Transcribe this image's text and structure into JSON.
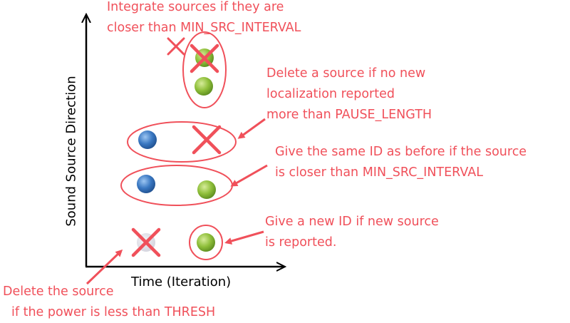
{
  "axes": {
    "x_label": "Time (Iteration)",
    "y_label": "Sound Source Direction"
  },
  "annotations": {
    "integrate": [
      "Integrate sources if they are",
      "closer than MIN_SRC_INTERVAL"
    ],
    "delete_pause": [
      "Delete a source if no new",
      "localization reported",
      "more than PAUSE_LENGTH"
    ],
    "same_id": [
      "Give the same ID as before if the source",
      "is closer than MIN_SRC_INTERVAL"
    ],
    "new_id": [
      "Give a new ID if new source",
      "is reported."
    ],
    "delete_power": [
      "Delete the source",
      "if the power is less than THRESH"
    ]
  },
  "colors": {
    "annotation": "#f0505a",
    "axis": "#000000",
    "green_source": "#8fbf3a",
    "blue_source": "#3a78c2",
    "faded_source": "#dcdce6",
    "cross": "#f0505a"
  },
  "legend_semantics": {
    "green-dot": "sound source (new / continuing)",
    "blue-dot": "previous sound source",
    "red-cross": "deleted / merged source"
  }
}
